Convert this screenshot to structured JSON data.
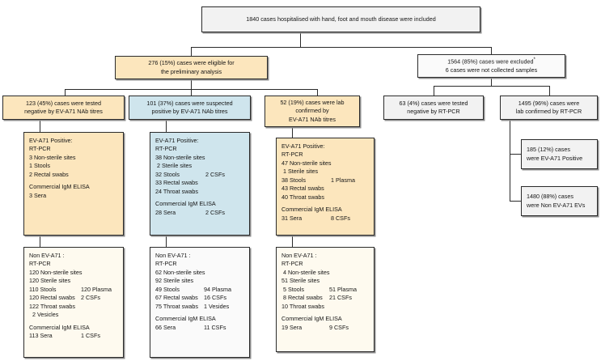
{
  "top": {
    "label": "1840 cases hospitalised with hand, foot and mouth disease were included"
  },
  "branch": {
    "eligible_line1": "276 (15%) cases were eligible for",
    "eligible_line2": "the preliminary analysis",
    "excluded_line1": "1564  (85%) cases were excluded",
    "excluded_sup": "*",
    "excluded_line2": "6 cases were not collected samples"
  },
  "nab_columns": [
    {
      "header_line1": "123 (45%) cases were tested",
      "header_line2": "negative by EV-A71 NAb titres",
      "header_line3": "",
      "positive": {
        "title": "EV-A71 Positive:",
        "method": "RT-PCR",
        "rows": [
          {
            "left": "3 Non-sterile sites",
            "right": ""
          },
          {
            "left": "1 Stools",
            "right": ""
          },
          {
            "left": "2 Rectal swabs",
            "right": ""
          }
        ],
        "elisa_title": "Commercial IgM ELISA",
        "elisa_rows": [
          {
            "left": "3 Sera",
            "right": ""
          }
        ]
      },
      "negative": {
        "title": "Non EV-A71 :",
        "method": "RT-PCR",
        "rows": [
          {
            "left": "120 Non-sterile sites",
            "right": ""
          },
          {
            "left": "120 Sterile sites",
            "right": ""
          },
          {
            "left": "110 Stools",
            "right": "120 Plasma"
          },
          {
            "left": "120 Rectal swabs",
            "right": "2 CSFs"
          },
          {
            "left": "122 Throat swabs",
            "right": ""
          },
          {
            "left": "  2 Vesicles",
            "right": ""
          }
        ],
        "elisa_title": "Commercial IgM ELISA",
        "elisa_rows": [
          {
            "left": "113 Sera",
            "right": "1 CSFs"
          }
        ]
      }
    },
    {
      "header_line1": "101 (37%) cases were  suspected",
      "header_line2": "positive by EV-A71 NAb titres",
      "header_line3": "",
      "positive": {
        "title": "EV-A71 Positive:",
        "method": "RT-PCR",
        "rows": [
          {
            "left": "38 Non-sterile sites",
            "right": ""
          },
          {
            "left": " 2 Sterile sites",
            "right": ""
          },
          {
            "left": "32 Stools",
            "right": "2 CSFs"
          },
          {
            "left": "33 Rectal swabs",
            "right": ""
          },
          {
            "left": "24 Throat swabs",
            "right": ""
          }
        ],
        "elisa_title": "Commercial IgM ELISA",
        "elisa_rows": [
          {
            "left": "28 Sera",
            "right": "2 CSFs"
          }
        ]
      },
      "negative": {
        "title": "Non EV-A71 :",
        "method": "RT-PCR",
        "rows": [
          {
            "left": "62 Non-sterile sites",
            "right": ""
          },
          {
            "left": "92 Sterile sites",
            "right": ""
          },
          {
            "left": "49 Stools",
            "right": "94 Plasma"
          },
          {
            "left": "67 Rectal swabs",
            "right": "16 CSFs"
          },
          {
            "left": "75 Throat swabs",
            "right": "1 Vesides"
          }
        ],
        "elisa_title": "Commercial IgM ELISA",
        "elisa_rows": [
          {
            "left": "66 Sera",
            "right": "11 CSFs"
          }
        ]
      }
    },
    {
      "header_line1": "52 (19%) cases were lab",
      "header_line2": "confirmed by",
      "header_line3": "EV-A71 NAb titres",
      "positive": {
        "title": "EV-A71 Positive:",
        "method": "RT-PCR",
        "rows": [
          {
            "left": "47 Non-sterile sites",
            "right": ""
          },
          {
            "left": " 1 Sterile sites",
            "right": ""
          },
          {
            "left": "38 Stools",
            "right": "1 Plasma"
          },
          {
            "left": "43 Rectal swabs",
            "right": ""
          },
          {
            "left": "40 Throat swabs",
            "right": ""
          }
        ],
        "elisa_title": "Commercial IgM ELISA",
        "elisa_rows": [
          {
            "left": "31 Sera",
            "right": "8 CSFs"
          }
        ]
      },
      "negative": {
        "title": "Non EV-A71 :",
        "method": "RT-PCR",
        "rows": [
          {
            "left": " 4 Non-sterile sites",
            "right": ""
          },
          {
            "left": "51 Sterile sites",
            "right": ""
          },
          {
            "left": " 5 Stools",
            "right": "51 Plasma"
          },
          {
            "left": " 8 Rectal swabs",
            "right": "21 CSFs"
          },
          {
            "left": "10 Throat swabs",
            "right": ""
          }
        ],
        "elisa_title": "Commercial IgM ELISA",
        "elisa_rows": [
          {
            "left": "19 Sera",
            "right": "9 CSFs"
          }
        ]
      }
    }
  ],
  "pcr": {
    "negative_line1": "63 (4%) cases were tested",
    "negative_line2": "negative by RT-PCR",
    "confirmed_line1": "1495  (96%) cases were",
    "confirmed_line2": "lab confirmed by RT-PCR",
    "children": [
      {
        "line1": "185 (12%) cases",
        "line2": "were EV-A71 Positive"
      },
      {
        "line1": "1480 (88%) cases",
        "line2": "were Non EV-A71 EVs"
      }
    ]
  },
  "colors": {
    "grey_fill": "#f2f2f2",
    "yellow_fill": "#fce6bd",
    "blue_fill": "#cfe5ed",
    "cream_fill": "#fefaef",
    "border": "#2b2b2b"
  }
}
